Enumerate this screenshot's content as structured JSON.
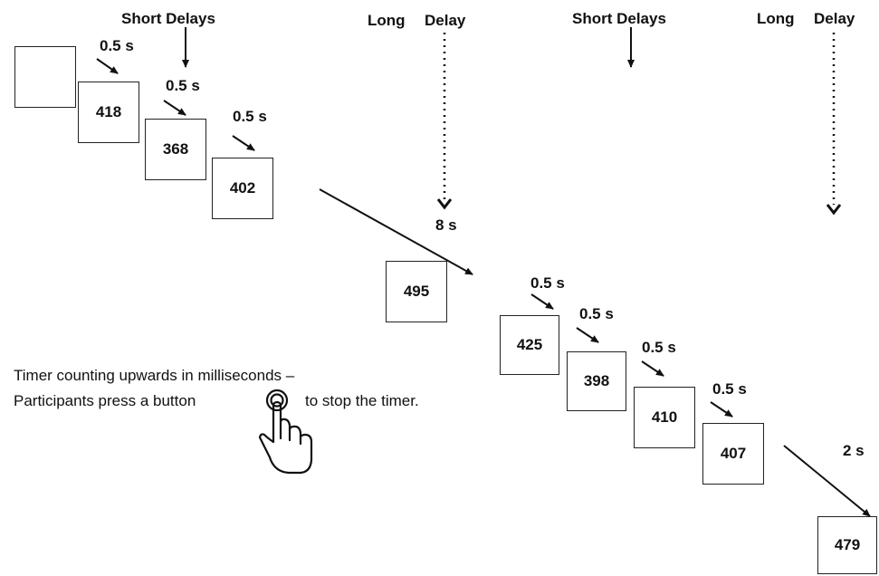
{
  "headers": {
    "short_delays_1": "Short Delays",
    "long_delay_1_a": "Long",
    "long_delay_1_b": "Delay",
    "short_delays_2": "Short Delays",
    "long_delay_2_a": "Long",
    "long_delay_2_b": "Delay"
  },
  "sequence_1": {
    "gap_labels": [
      "0.5 s",
      "0.5 s",
      "0.5 s"
    ],
    "timer_values": [
      "",
      "418",
      "368",
      "402"
    ]
  },
  "long_gap": {
    "label": "8 s",
    "timer_value": "495"
  },
  "sequence_2": {
    "gap_labels": [
      "0.5 s",
      "0.5 s",
      "0.5 s",
      "0.5 s"
    ],
    "timer_values": [
      "425",
      "398",
      "410",
      "407"
    ]
  },
  "final_gap": {
    "label": "2 s",
    "timer_value": "479"
  },
  "instruction": {
    "line1": "Timer counting upwards  in milliseconds –",
    "line2a": "Participants press a button",
    "line2b": "to stop the timer.",
    "icon": "finger-press-icon"
  }
}
